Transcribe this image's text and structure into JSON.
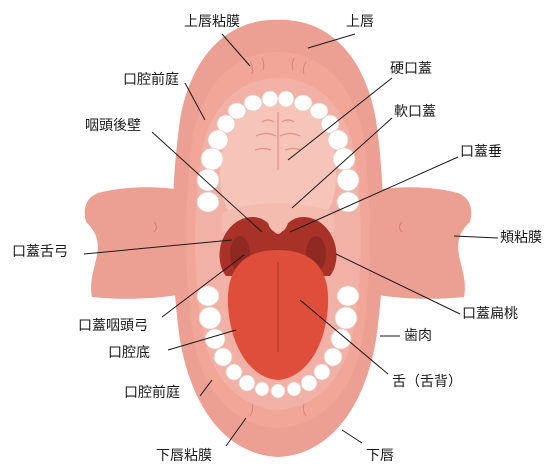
{
  "labels": {
    "upper_lip_mucosa": "上唇粘膜",
    "upper_lip": "上唇",
    "vestibule_upper": "口腔前庭",
    "hard_palate": "硬口蓋",
    "pharynx_wall": "咽頭後壁",
    "soft_palate": "軟口蓋",
    "uvula": "口蓋垂",
    "palatoglossal_arch": "口蓋舌弓",
    "cheek_mucosa": "頬粘膜",
    "palatopharyngeal_arch": "口蓋咽頭弓",
    "tonsil": "口蓋扁桃",
    "gum": "歯肉",
    "mouth_floor": "口腔底",
    "tongue": "舌（舌背）",
    "vestibule_lower": "口腔前庭",
    "lower_lip_mucosa": "下唇粘膜",
    "lower_lip": "下唇"
  },
  "colors": {
    "lip": "#EBA093",
    "gum": "#F2B1A6",
    "palate": "#F6C4B8",
    "throat": "#A83228",
    "tongue": "#DE4E3A",
    "tooth": "#FFFFFF",
    "line": "#1a1a1a"
  }
}
